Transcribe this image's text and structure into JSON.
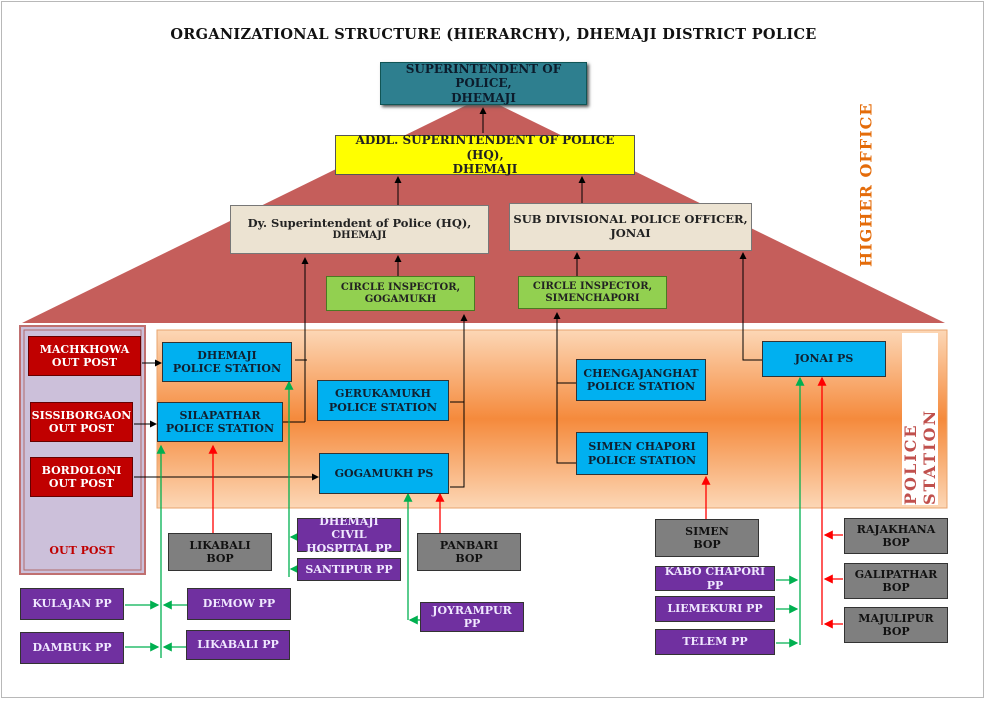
{
  "title": "ORGANIZATIONAL STRUCTURE (HIERARCHY), DHEMAJI DISTRICT POLICE",
  "section_labels": {
    "higher_office": "HIGHER OFFICE",
    "police_station": "POLICE  STATION",
    "out_post": "OUT POST"
  },
  "higher_office": {
    "sp": [
      "SUPERINTENDENT OF POLICE,",
      "DHEMAJI"
    ],
    "addl_sp": [
      "ADDL. SUPERINTENDENT OF POLICE (HQ),",
      "DHEMAJI"
    ],
    "dy_sp": [
      "Dy. Superintendent  of Police (HQ),",
      "DHEMAJI"
    ],
    "sdpo": [
      "SUB DIVISIONAL POLICE OFFICER,",
      "JONAI"
    ],
    "ci_gogamukh": [
      "CIRCLE INSPECTOR,",
      "GOGAMUKH"
    ],
    "ci_simenchapori": [
      "CIRCLE INSPECTOR,",
      "SIMENCHAPORI"
    ]
  },
  "police_stations": {
    "dhemaji": [
      "DHEMAJI",
      "POLICE STATION"
    ],
    "silapathar": [
      "SILAPATHAR",
      "POLICE STATION"
    ],
    "gerukamukh": [
      "GERUKAMUKH",
      "POLICE STATION"
    ],
    "gogamukh": [
      "GOGAMUKH PS"
    ],
    "chengajanghat": [
      "CHENGAJANGHAT",
      "POLICE STATION"
    ],
    "simen_chapori": [
      "SIMEN CHAPORI",
      "POLICE STATION"
    ],
    "jonai": [
      "JONAI  PS"
    ]
  },
  "out_posts": {
    "machkhowa": [
      "MACHKHOWA",
      "OUT POST"
    ],
    "sissiborgaon": [
      "SISSIBORGAON",
      "OUT POST"
    ],
    "bordoloni": [
      "BORDOLONI",
      "OUT POST"
    ]
  },
  "bops": {
    "likabali": [
      "LIKABALI",
      "BOP"
    ],
    "panbari": [
      "PANBARI",
      "BOP"
    ],
    "simen": [
      "SIMEN",
      "BOP"
    ],
    "rajakhana": [
      "RAJAKHANA",
      "BOP"
    ],
    "galipathar": [
      "GALIPATHAR",
      "BOP"
    ],
    "majulipur": [
      "MAJULIPUR",
      "BOP"
    ]
  },
  "police_posts": {
    "dhemaji_civil_hospital": [
      "DHEMAJI CIVIL",
      "HOSPITAL PP"
    ],
    "santipur": [
      "SANTIPUR PP"
    ],
    "kulajan": [
      "KULAJAN PP"
    ],
    "demow": [
      "DEMOW PP"
    ],
    "dambuk": [
      "DAMBUK PP"
    ],
    "likabali": [
      "LIKABALI PP"
    ],
    "joyrampur": [
      "JOYRAMPUR PP"
    ],
    "kabo_chapori": [
      "KABO CHAPORI PP"
    ],
    "liemekuri": [
      "LIEMEKURI PP"
    ],
    "telem": [
      "TELEM PP"
    ]
  },
  "colors": {
    "roof": "#c0504d",
    "sp_box": "#2e7f8f",
    "addl_sp_box": "#ffff00",
    "dy_sp_box": "#ece3d2",
    "circle_inspector": "#92d050",
    "police_station": "#00b0f0",
    "police_station_band": "#f79646",
    "out_post": "#c00000",
    "out_post_panel": "#ccc0da",
    "bop": "#7f7f7f",
    "police_post": "#7030a0",
    "link_green": "#00b050",
    "link_red": "#ff0000"
  }
}
